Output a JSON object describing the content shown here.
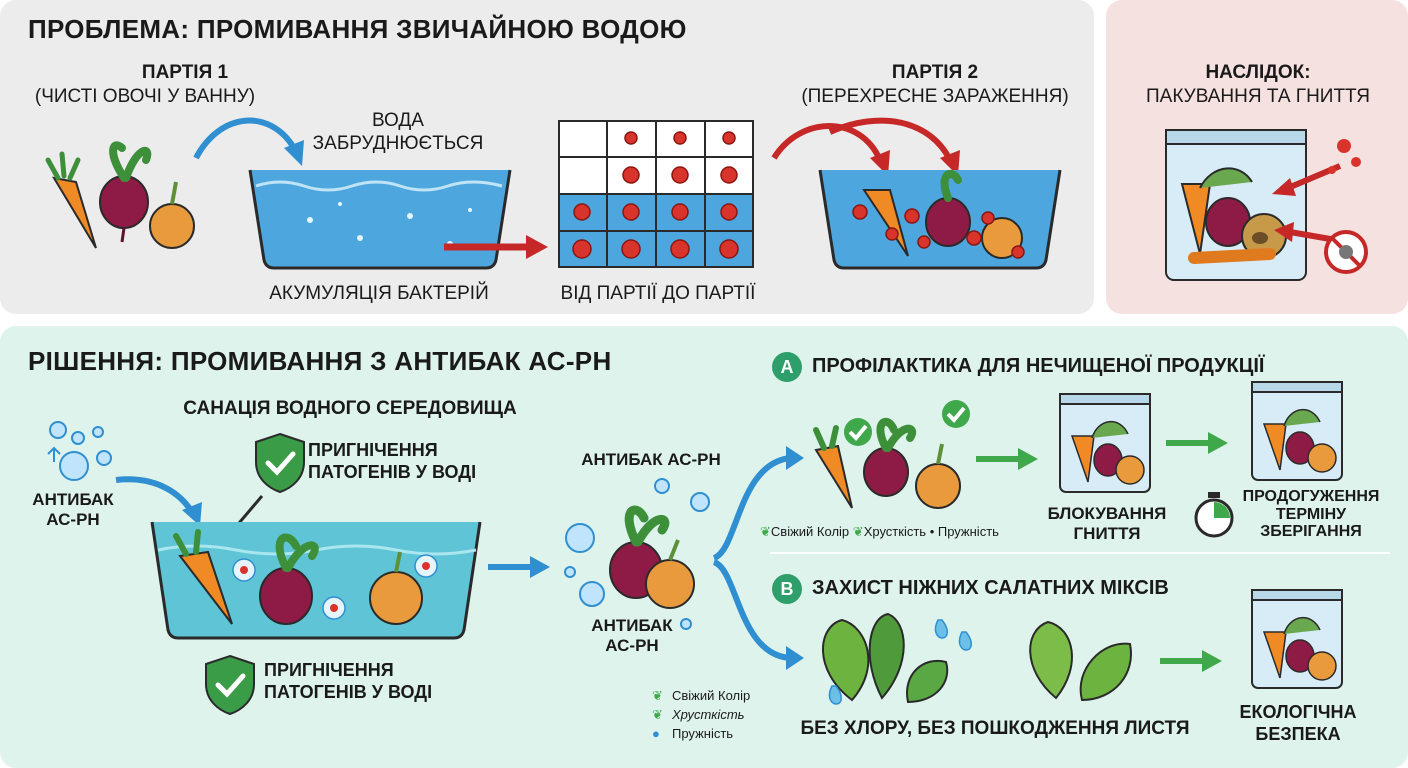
{
  "problem": {
    "title": "ПРОБЛЕМА: ПРОМИВАННЯ ЗВИЧАЙНОЮ ВОДОЮ",
    "batch1_title": "ПАРТІЯ 1",
    "batch1_sub": "(ЧИСТІ ОВОЧІ У ВАННУ)",
    "water_dirty": "ВОДА\nЗАБРУДНЮЄТЬСЯ",
    "bacteria_accum": "АКУМУЛЯЦІЯ БАКТЕРІЙ",
    "batch_to_batch": "ВІД ПАРТІЇ ДО ПАРТІЇ",
    "batch2_title": "ПАРТІЯ 2",
    "batch2_sub": "(ПЕРЕХРЕСНЕ ЗАРАЖЕННЯ)"
  },
  "consequence": {
    "title": "НАСЛІДОК:",
    "sub": "ПАКУВАННЯ ТА ГНИТТЯ"
  },
  "solution": {
    "title": "РІШЕННЯ: ПРОМИВАННЯ З АНТИБАК АС-РН",
    "sanitation": "САНАЦІЯ ВОДНОГО СЕРЕДОВИЩА",
    "antibac_left": "АНТИБАК\nАС-РН",
    "suppression_top": "ПРИГНІЧЕННЯ\nПАТОГЕНІВ У ВОДІ",
    "suppression_bottom": "ПРИГНІЧЕННЯ\nПАТОГЕНІВ У ВОДІ",
    "antibac_mid_top": "АНТИБАК АС-РН",
    "antibac_mid_bottom": "АНТИБАК\nАС-РН",
    "legend": [
      "Свіжий Колір",
      "Хрусткість",
      "Пружність"
    ],
    "branch_a": {
      "badge": "A",
      "title": "ПРОФІЛАКТИКА ДЛЯ НЕЧИЩЕНОЇ ПРОДУКЦІЇ",
      "caption_1": "Свіжий Колір",
      "caption_2": "Хрусткість",
      "caption_3": "Пружність",
      "block_rot": "БЛОКУВАННЯ\nГНИТТЯ",
      "shelf_life": "ПРОДОГУЖЕННЯ\nТЕРМІНУ\nЗБЕРІГАННЯ"
    },
    "branch_b": {
      "badge": "B",
      "title": "ЗАХИСТ НІЖНИХ САЛАТНИХ МІКСІВ",
      "no_chlorine": "БЕЗ ХЛОРУ, БЕЗ ПОШКОДЖЕННЯ ЛИСТЯ",
      "eco": "ЕКОЛОГІЧНА\nБЕЗПЕКА"
    }
  },
  "colors": {
    "problem_bg": "#ececec",
    "consequence_bg": "#f5e1e0",
    "solution_bg": "#dff3ed",
    "water": "#4da6de",
    "bacteria": "#d9342b",
    "arrow_blue": "#2f8fd0",
    "arrow_red": "#c62828",
    "arrow_green": "#3ea84a",
    "badge_green": "#2e9e6a",
    "shield_green": "#3a9c46"
  }
}
